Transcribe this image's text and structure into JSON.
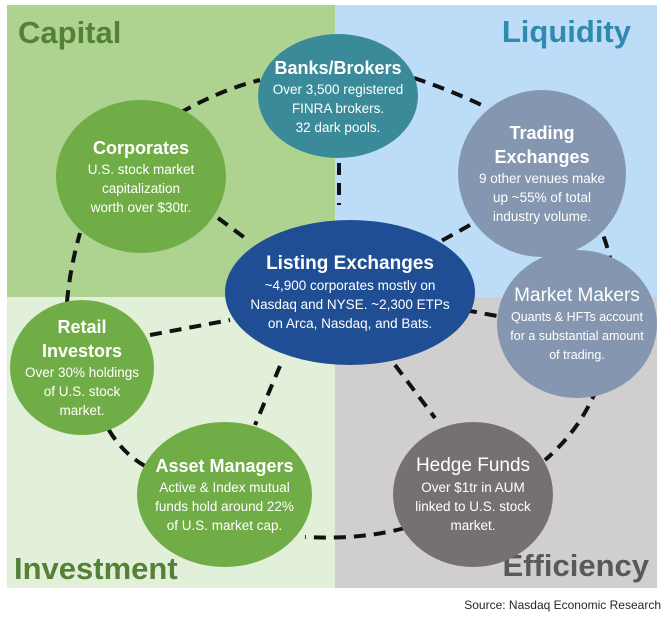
{
  "quadrants": {
    "capital": {
      "label": "Capital",
      "color": "#aed28f",
      "label_color": "#538135"
    },
    "liquidity": {
      "label": "Liquidity",
      "color": "#bddcf7",
      "label_color": "#2e8bad"
    },
    "investment": {
      "label": "Investment",
      "color": "#e2efd9",
      "label_color": "#538135"
    },
    "efficiency": {
      "label": "Efficiency",
      "color": "#d0cece",
      "label_color": "#595959"
    }
  },
  "nodes": {
    "banks": {
      "title": "Banks/Brokers",
      "lines": [
        "Over 3,500 registered",
        "FINRA brokers.",
        "32 dark pools."
      ],
      "color": "#3a8a9a"
    },
    "corporates": {
      "title": "Corporates",
      "lines": [
        "U.S. stock market",
        "capitalization",
        "worth over $30tr."
      ],
      "color": "#70ad47"
    },
    "trading": {
      "title_lines": [
        "Trading",
        "Exchanges"
      ],
      "lines": [
        "9 other venues make",
        "up ~55% of total",
        "industry volume."
      ],
      "color": "#8496b0"
    },
    "listing": {
      "title": "Listing Exchanges",
      "lines": [
        "~4,900 corporates mostly on",
        "Nasdaq and NYSE. ~2,300 ETPs",
        "on Arca, Nasdaq, and Bats."
      ],
      "color": "#1f4e94"
    },
    "market_makers": {
      "title": "Market Makers",
      "lines": [
        "Quants & HFTs account",
        "for a substantial amount",
        "of trading."
      ],
      "color": "#8496b0"
    },
    "retail": {
      "title_lines": [
        "Retail",
        "Investors"
      ],
      "lines": [
        "Over 30% holdings",
        "of U.S. stock",
        "market."
      ],
      "color": "#70ad47"
    },
    "asset": {
      "title": "Asset Managers",
      "lines": [
        "Active & Index mutual",
        "funds hold around 22%",
        "of U.S. market cap."
      ],
      "color": "#70ad47"
    },
    "hedge": {
      "title": "Hedge Funds",
      "lines": [
        "Over $1tr in AUM",
        "linked to U.S. stock",
        "market."
      ],
      "color": "#767171"
    }
  },
  "source": "Source: Nasdaq Economic Research"
}
